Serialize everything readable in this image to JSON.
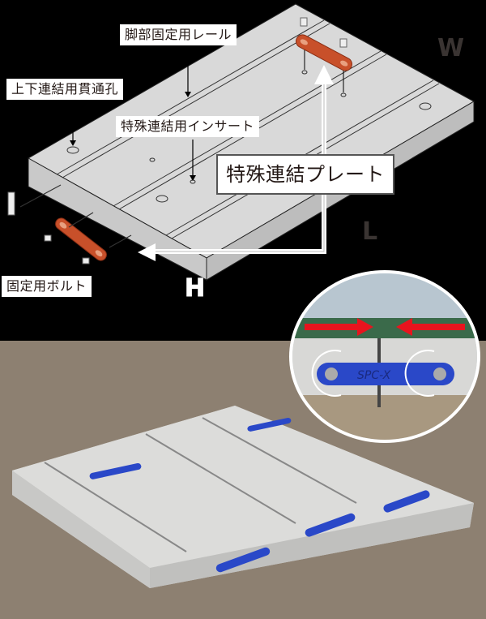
{
  "diagram": {
    "labels": {
      "rail": "脚部固定用レール",
      "through_hole": "上下連結用貫通孔",
      "insert": "特殊連結用インサート",
      "plate": "特殊連結プレート",
      "bolt": "固定用ボルト"
    },
    "axes": {
      "width": "W",
      "length": "L",
      "height": "H"
    },
    "colors": {
      "background": "#000000",
      "block": "#d9d9d9",
      "plate_diagram": "#c8502a",
      "plate_photo": "#2a48c8",
      "arrow_red": "#e8141e",
      "label_bg": "#ffffff",
      "label_text": "#231815"
    }
  },
  "photo": {
    "inset": {
      "plate_text": "SPC-X"
    }
  }
}
